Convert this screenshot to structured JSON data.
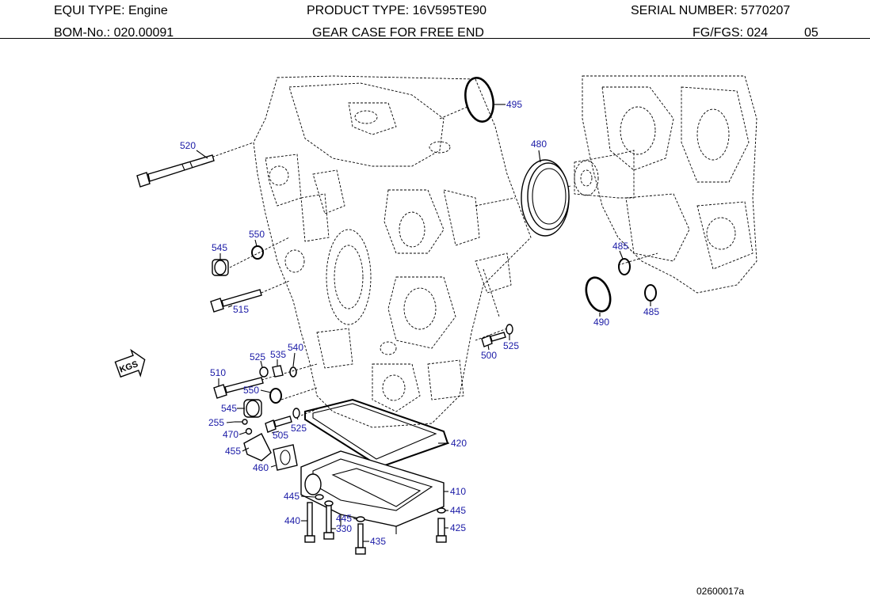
{
  "header": {
    "equi_type": "EQUI TYPE:  Engine",
    "product_type": "PRODUCT TYPE:  16V595TE90",
    "serial_number": "SERIAL NUMBER:  5770207",
    "bom_no": "BOM-No.: 020.00091",
    "title": "GEAR CASE FOR FREE END",
    "fg_fgs": "FG/FGS:  024",
    "fg_page": "05"
  },
  "badge": "KGS",
  "callouts": {
    "c495": "495",
    "c480": "480",
    "c520": "520",
    "c550a": "550",
    "c545a": "545",
    "c515": "515",
    "c485a": "485",
    "c485b": "485",
    "c490": "490",
    "c500": "500",
    "c525a": "525",
    "c525b": "525",
    "c535": "535",
    "c540": "540",
    "c510": "510",
    "c550b": "550",
    "c545b": "545",
    "c255": "255",
    "c470": "470",
    "c505": "505",
    "c525c": "525",
    "c420": "420",
    "c455": "455",
    "c460": "460",
    "c410": "410",
    "c445a": "445",
    "c445b": "445",
    "c445c": "445",
    "c440": "440",
    "c330": "330",
    "c425": "425",
    "c435": "435"
  },
  "drawing_ref": "02600017a",
  "colors": {
    "callout": "#1a1aa6",
    "line": "#000000"
  }
}
